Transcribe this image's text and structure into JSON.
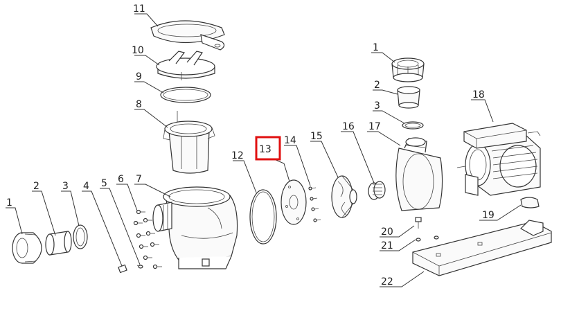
{
  "diagram": {
    "highlight_color": "#e01010",
    "callouts": [
      {
        "id": "c-1a",
        "label": "1"
      },
      {
        "id": "c-2a",
        "label": "2"
      },
      {
        "id": "c-3a",
        "label": "3"
      },
      {
        "id": "c-4",
        "label": "4"
      },
      {
        "id": "c-5",
        "label": "5"
      },
      {
        "id": "c-6",
        "label": "6"
      },
      {
        "id": "c-7",
        "label": "7"
      },
      {
        "id": "c-8",
        "label": "8"
      },
      {
        "id": "c-9",
        "label": "9"
      },
      {
        "id": "c-10",
        "label": "10"
      },
      {
        "id": "c-11",
        "label": "11"
      },
      {
        "id": "c-12",
        "label": "12"
      },
      {
        "id": "c-13",
        "label": "13",
        "highlighted": true
      },
      {
        "id": "c-14",
        "label": "14"
      },
      {
        "id": "c-15",
        "label": "15"
      },
      {
        "id": "c-16",
        "label": "16"
      },
      {
        "id": "c-17",
        "label": "17"
      },
      {
        "id": "c-1b",
        "label": "1"
      },
      {
        "id": "c-2b",
        "label": "2"
      },
      {
        "id": "c-3b",
        "label": "3"
      },
      {
        "id": "c-18",
        "label": "18"
      },
      {
        "id": "c-19",
        "label": "19"
      },
      {
        "id": "c-20",
        "label": "20"
      },
      {
        "id": "c-21",
        "label": "21"
      },
      {
        "id": "c-22",
        "label": "22"
      }
    ]
  }
}
